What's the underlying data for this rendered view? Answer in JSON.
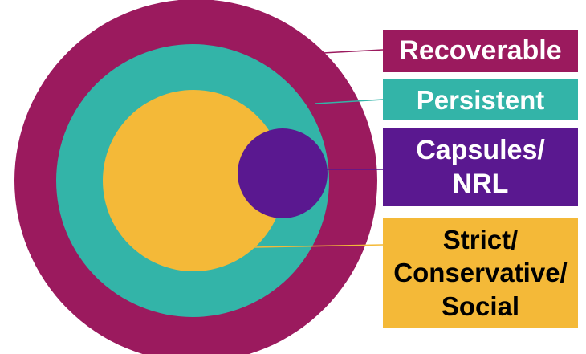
{
  "layers": [
    {
      "id": "recoverable",
      "label": "Recoverable",
      "color": "#9b1a5e",
      "text_color": "#ffffff"
    },
    {
      "id": "persistent",
      "label": "Persistent",
      "color": "#33b4a8",
      "text_color": "#ffffff"
    },
    {
      "id": "strict",
      "label": "Strict/\nConservative/\nSocial",
      "color": "#f4b938",
      "text_color": "#000000"
    },
    {
      "id": "capsules",
      "label": "Capsules/\nNRL",
      "color": "#5a1890",
      "text_color": "#ffffff"
    }
  ]
}
